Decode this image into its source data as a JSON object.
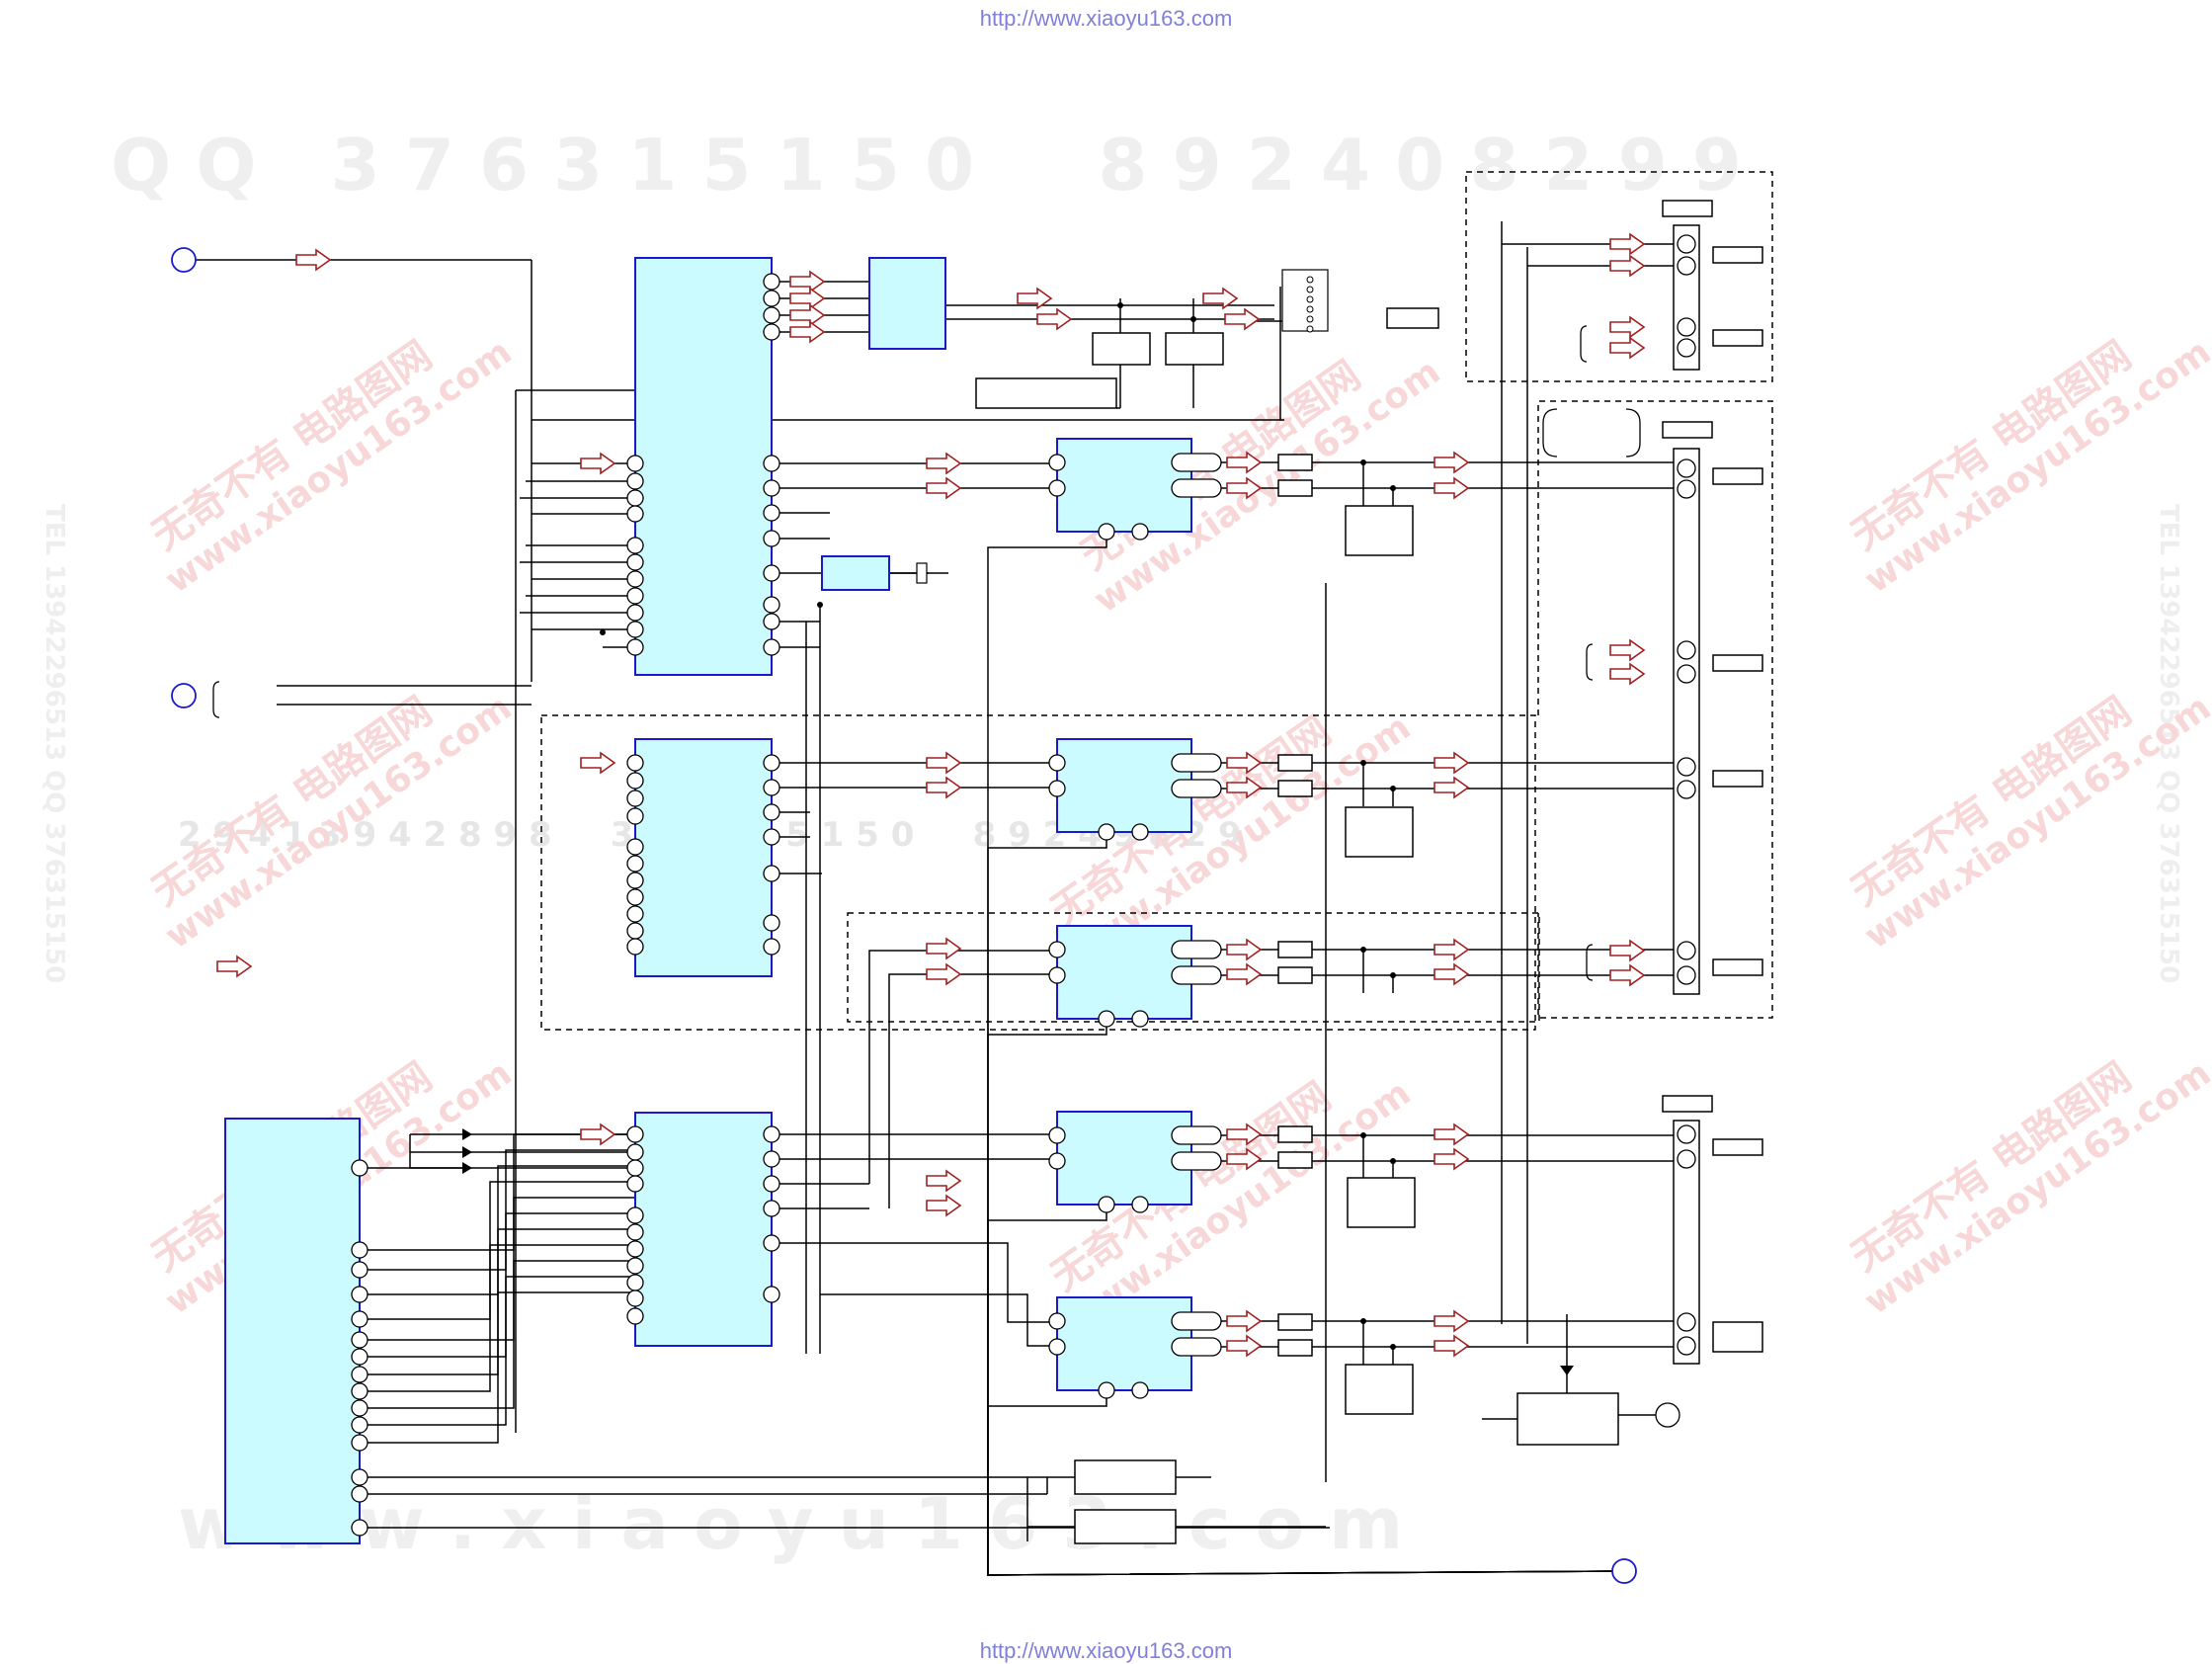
{
  "header": {
    "url": "http://www.xiaoyu163.com"
  },
  "footer": {
    "url": "http://www.xiaoyu163.com"
  },
  "watermarks": {
    "qq_line": "Q Q   3 7 6 3 1 5 1 5 0     8 9 2 4 0 8 2 9 9",
    "mid_line": "2 9 4 1 3 9 4 2 8 9 8     3 7 6 3 1 5 1 5 0     8 9 2 4 9 8 2 9",
    "www_line": "w w w . x i a o y u 1 6 3 . c o m",
    "cn_brand": "无奇不有 电路图网",
    "cn_url": "www.xiaoyu163.com",
    "side_text": "TEL 13942296513    QQ 376315150"
  },
  "colors": {
    "ic_fill": "#ccfbff",
    "ic_stroke": "#1a1acc",
    "arrow_stroke": "#a02020",
    "connector_stroke": "#1a1acc",
    "wire": "#000000",
    "url_text": "#8080d8"
  }
}
